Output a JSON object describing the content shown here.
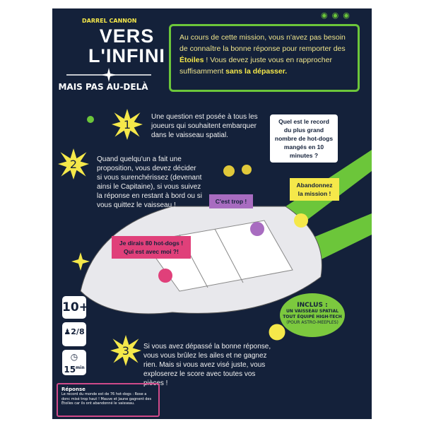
{
  "author": "DARREL CANNON",
  "title_line1": "VERS",
  "title_line2": "L'INFINI",
  "subtitle": "MAIS PAS AU-DELÀ",
  "intro": {
    "text1": "Au cours de cette mission, vous n'avez pas besoin de connaître la bonne réponse pour remporter des ",
    "stars": "Étoiles",
    "text2": " ! Vous devez juste vous en rapprocher suffisamment ",
    "bold": "sans la dépasser."
  },
  "steps": [
    {
      "num": "1",
      "text": "Une question est posée à tous les joueurs qui souhaitent embarquer dans le vaisseau spatial."
    },
    {
      "num": "2",
      "text": "Quand quelqu'un a fait une proposition, vous devez décider si vous surenchérissez (devenant ainsi le Capitaine), si vous suivez la réponse en restant à bord ou si vous quittez le vaisseau !"
    },
    {
      "num": "3",
      "text": "Si vous avez dépassé la bonne réponse, vous vous brûlez les ailes et ne gagnez rien. Mais si vous avez visé juste, vous exploserez le score avec toutes vos pièces !"
    }
  ],
  "bubbles": {
    "question": "Quel est le record du plus grand nombre de hot-dogs mangés en 10 minutes ?",
    "pink": "Je dirais 80 hot-dogs ! Qui est avec moi ?!",
    "purple": "C'est trop !",
    "yellow": "Abandonnez la mission !"
  },
  "colors": {
    "background": "#14213a",
    "green": "#6cc63a",
    "yellow": "#f5e84a",
    "pink": "#e0407a",
    "purple": "#a86cc0"
  },
  "info": {
    "age": "10+",
    "players_min": "2",
    "players_max": "8",
    "time": "15",
    "time_unit": "min"
  },
  "inclus": {
    "title": "INCLUS :",
    "line1": "UN VAISSEAU SPATIAL",
    "line2": "TOUT ÉQUIPÉ HIGH-TECH",
    "line3": "(POUR ASTRO-MEEPLES)"
  },
  "reponse": {
    "title": "Réponse",
    "text": "Le record du monde est de 76 hot-dogs : Rose a donc misé trop haut ! Mauve et Jaune gagnent des Étoiles car ils ont abandonné le vaisseau."
  }
}
